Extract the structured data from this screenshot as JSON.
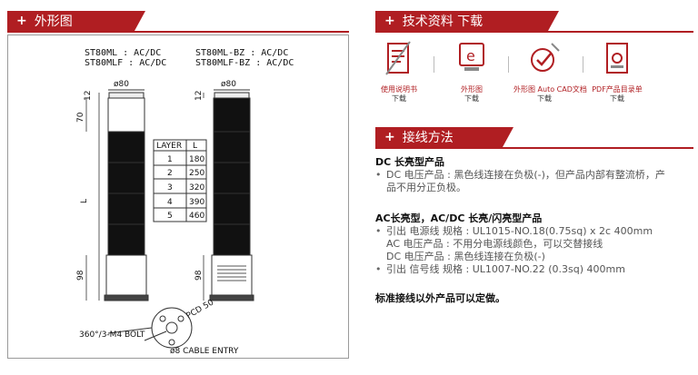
{
  "headers": {
    "drawing": "外形图",
    "tech": "技术资料 下载",
    "wiring": "接线方法"
  },
  "drawing": {
    "model_left_1": "ST80ML : AC/DC",
    "model_left_2": "ST80MLF : AC/DC",
    "model_right_1": "ST80ML-BZ : AC/DC",
    "model_right_2": "ST80MLF-BZ : AC/DC",
    "dia_left": "ø80",
    "dia_right": "ø80",
    "dim_12_left": "12",
    "dim_12_right": "12",
    "dim_70": "70",
    "dim_L": "L",
    "dim_98_left": "98",
    "dim_98_right": "98",
    "table_header": [
      "LAYER",
      "L"
    ],
    "table_rows": [
      [
        "1",
        "180"
      ],
      [
        "2",
        "250"
      ],
      [
        "3",
        "320"
      ],
      [
        "4",
        "390"
      ],
      [
        "5",
        "460"
      ]
    ],
    "bolt_label": "360°/3-M4 BOLT",
    "pcd_label": "PCD 50",
    "cable_label": "ø8 CABLE ENTRY"
  },
  "downloads": [
    {
      "label": "使用说明书",
      "sub": "下载",
      "icon": "manual-icon"
    },
    {
      "label": "外形图",
      "sub": "下载",
      "icon": "drawing-e-icon"
    },
    {
      "label": "外形图 Auto CAD文档",
      "sub": "下载",
      "icon": "cad-icon"
    },
    {
      "label": "PDF产品目录单",
      "sub": "下载",
      "icon": "pdf-catalog-icon"
    }
  ],
  "wiring": {
    "dc_title": "DC 长亮型产品",
    "dc_line1": "DC 电压产品 : 黑色线连接在负极(-)，但产品内部有整流桥，产",
    "dc_line2": "品不用分正负极。",
    "ac_title": "AC长亮型，AC/DC 长亮/闪亮型产品",
    "ac_b1": "引出 电源线 规格 : UL1015-NO.18(0.75sq) x 2c 400mm",
    "ac_b1_sub1": "AC 电压产品 : 不用分电源线颜色，可以交替接线",
    "ac_b1_sub2": "DC 电压产品 : 黑色线连接在负极(-)",
    "ac_b2": "引出 信号线 规格 : UL1007-NO.22 (0.3sq) 400mm",
    "note": "标准接线以外产品可以定做。"
  },
  "colors": {
    "accent": "#b01e22"
  }
}
